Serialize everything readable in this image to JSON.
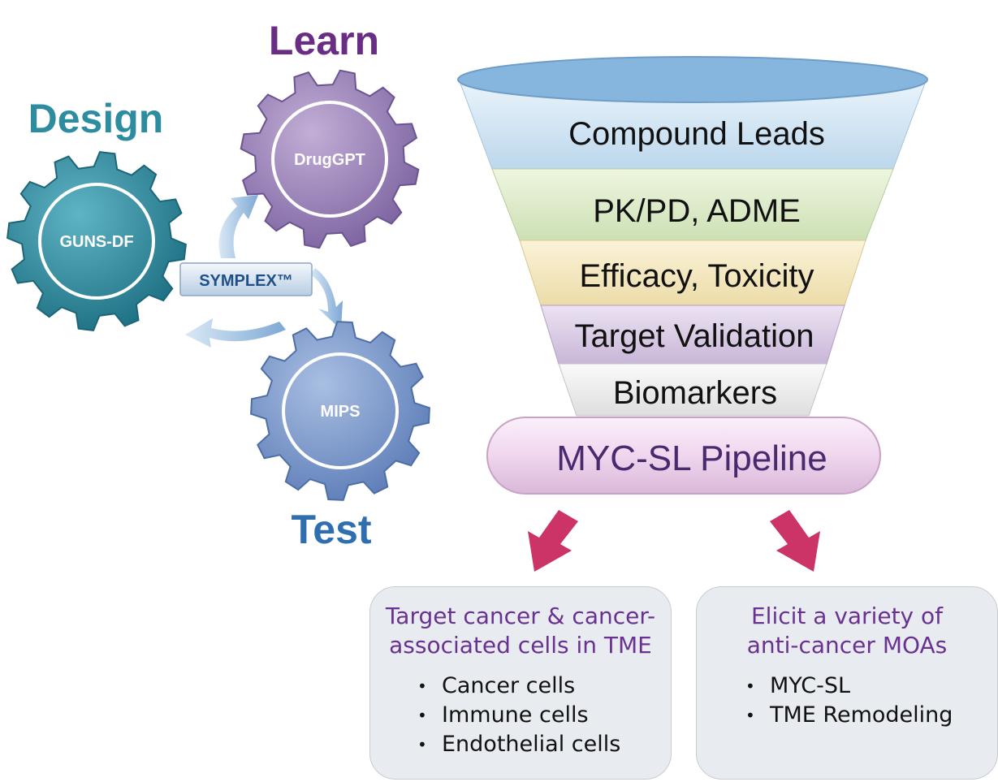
{
  "cycle": {
    "design_label": "Design",
    "learn_label": "Learn",
    "test_label": "Test",
    "gear_design": "GUNS-DF",
    "gear_learn": "DrugGPT",
    "gear_test": "MIPS",
    "platform_label": "SYMPLEX™",
    "colors": {
      "design": "#2e8ca0",
      "learn": "#6a2d85",
      "test": "#2f6fb0"
    }
  },
  "funnel": {
    "layers": [
      "Compound Leads",
      "PK/PD, ADME",
      "Efficacy, Toxicity",
      "Target Validation",
      "Biomarkers"
    ],
    "pipeline_label": "MYC-SL Pipeline"
  },
  "outcomes": {
    "left": {
      "heading_line1": "Target cancer & cancer-",
      "heading_line2": "associated cells in TME",
      "items": [
        "Cancer cells",
        "Immune cells",
        "Endothelial cells"
      ]
    },
    "right": {
      "heading_line1": "Elicit a variety of",
      "heading_line2": "anti-cancer MOAs",
      "items": [
        "MYC-SL",
        "TME Remodeling"
      ]
    },
    "arrow_color": "#cc3366"
  }
}
